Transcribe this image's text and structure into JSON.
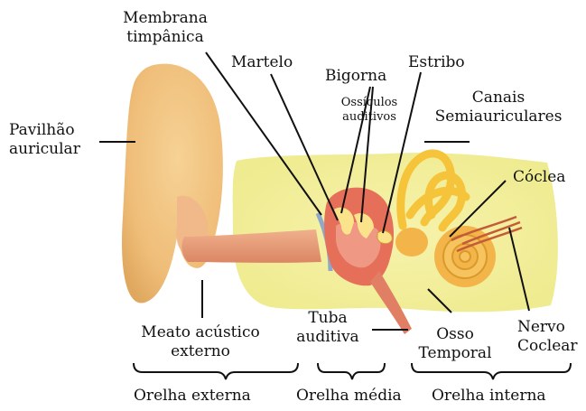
{
  "labels": {
    "membrana_l1": "Membrana",
    "membrana_l2": "timpânica",
    "martelo": "Martelo",
    "bigorna": "Bigorna",
    "estribo": "Estribo",
    "ossiculos_l1": "Ossículos",
    "ossiculos_l2": "auditivos",
    "canais_l1": "Canais",
    "canais_l2": "Semiauriculares",
    "pavilhao_l1": "Pavilhão",
    "pavilhao_l2": "auricular",
    "coclea": "Cóclea",
    "meato_l1": "Meato acústico",
    "meato_l2": "externo",
    "tuba_l1": "Tuba",
    "tuba_l2": "auditiva",
    "osso_l1": "Osso",
    "osso_l2": "Temporal",
    "nervo_l1": "Nervo",
    "nervo_l2": "Coclear"
  },
  "regions": {
    "externa": "Orelha externa",
    "media": "Orelha média",
    "interna": "Orelha interna"
  },
  "colors": {
    "pinna": "#f0c07c",
    "canal": "#e99b77",
    "bone": "#f4f2a0",
    "middle_ear": "#e66f5a",
    "semicircular": "#f7c83a",
    "cochlea": "#f3b44a",
    "nerve": "#c35b39",
    "eardrum": "#8ea9c9"
  }
}
